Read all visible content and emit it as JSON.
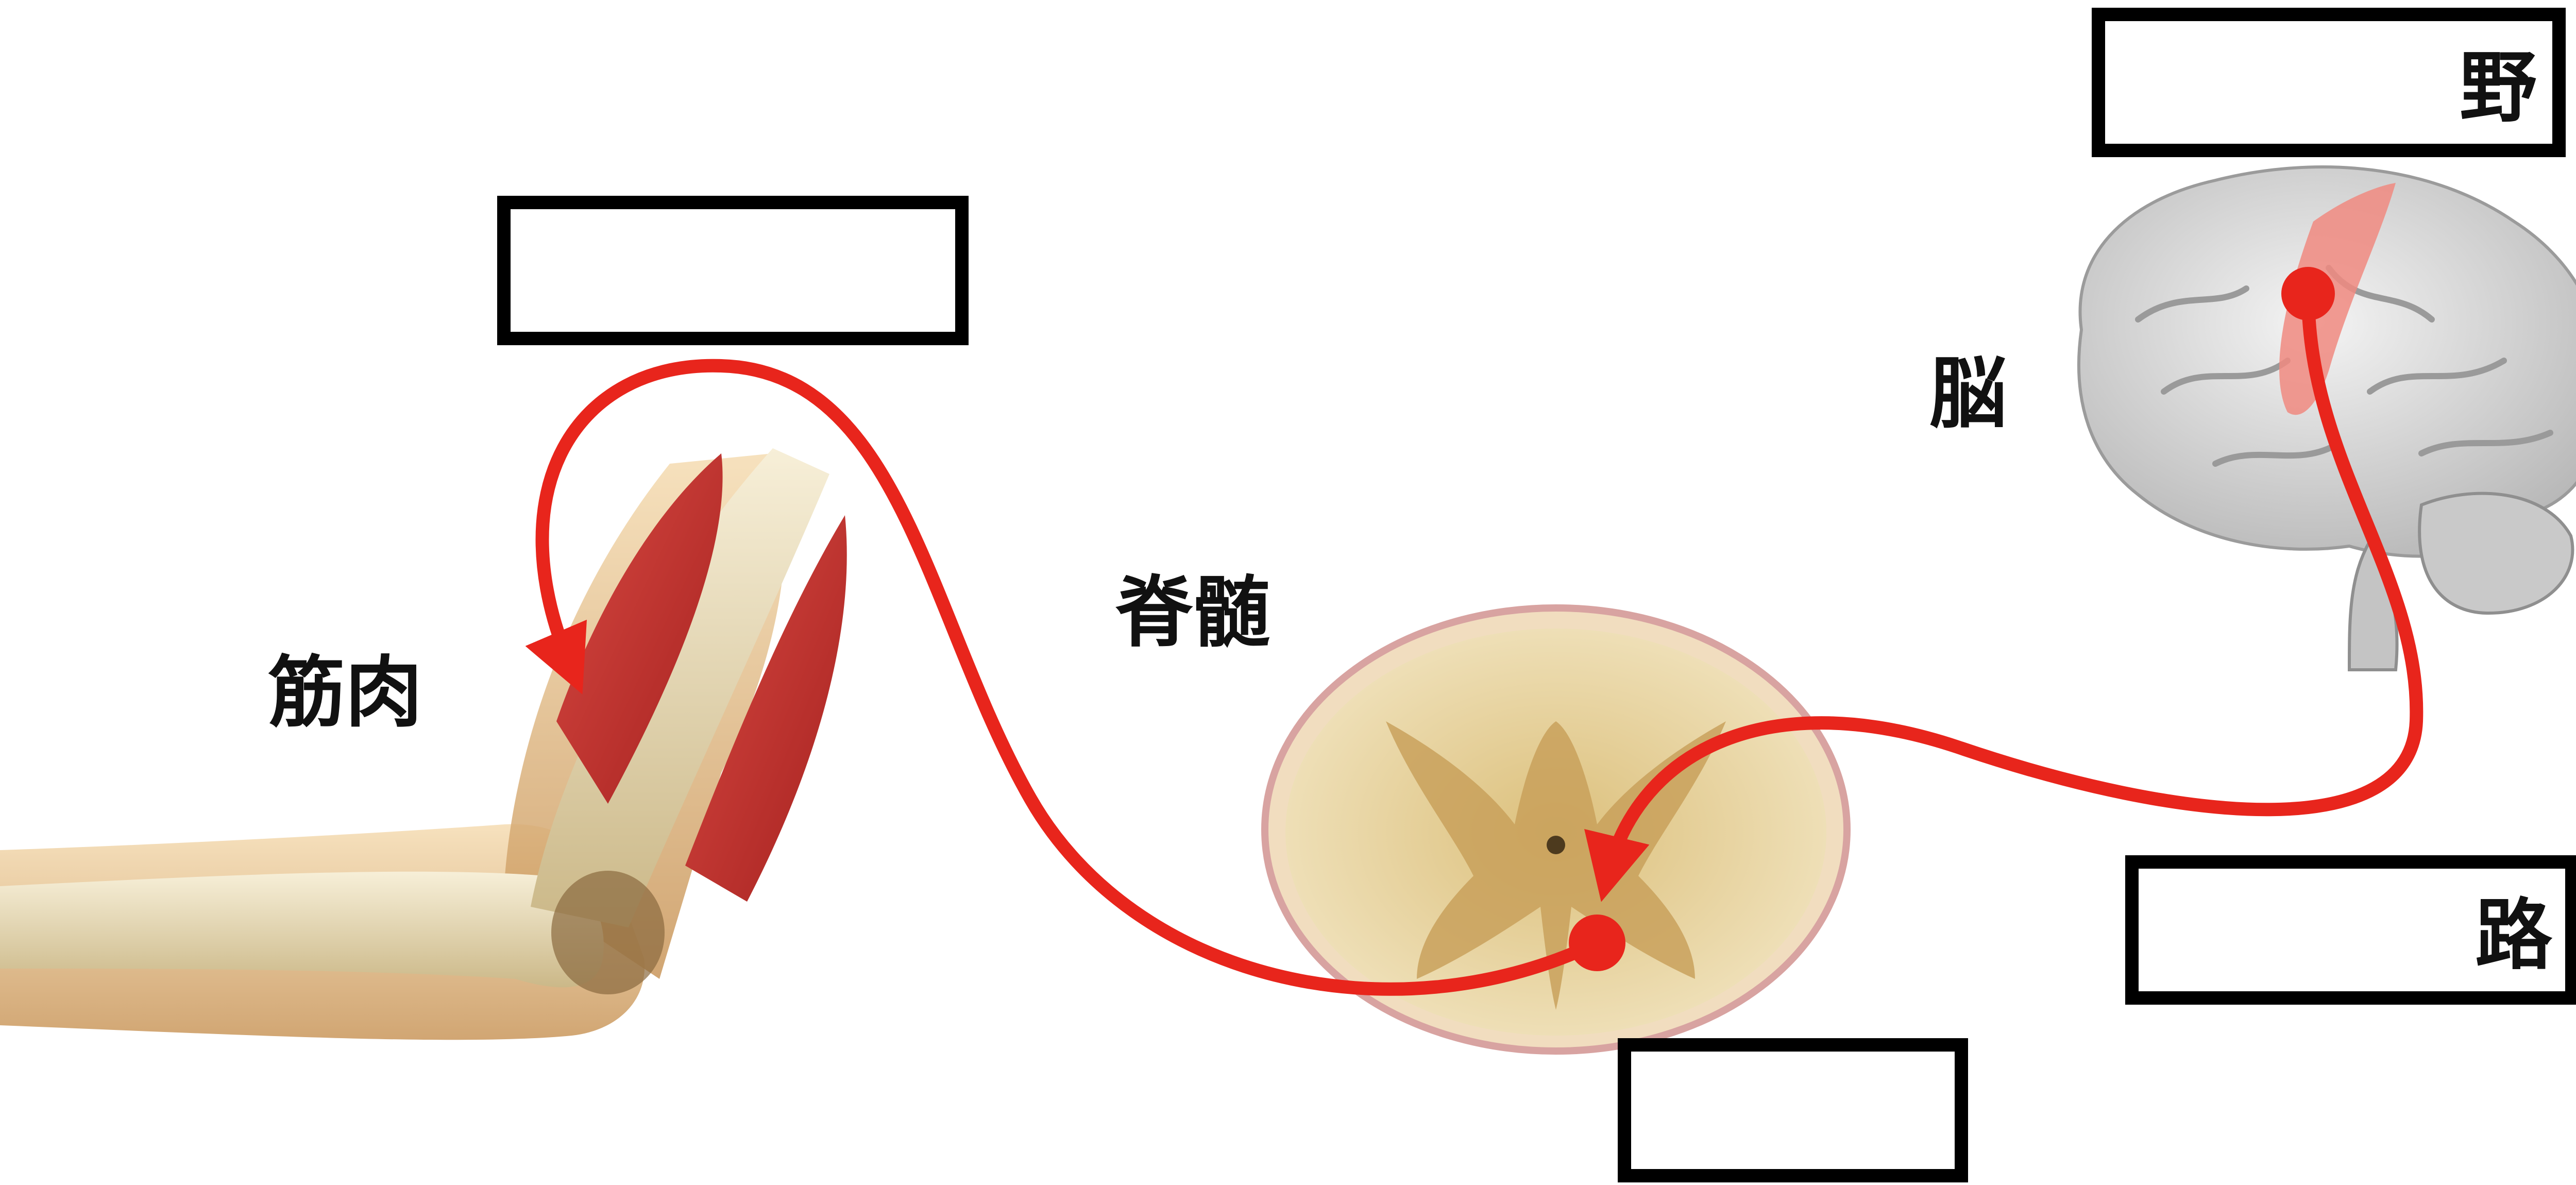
{
  "labels": {
    "muscle": "筋肉",
    "spinal_cord": "脊髄",
    "brain": "脳"
  },
  "answer_boxes": {
    "box_motor_area": "野",
    "box_pathway": "路",
    "box_muscle": "",
    "box_spinal": ""
  },
  "colors": {
    "pathway": "#e8251c",
    "motor_area": "#f08a80",
    "box_border": "#000000",
    "text": "#111111"
  }
}
